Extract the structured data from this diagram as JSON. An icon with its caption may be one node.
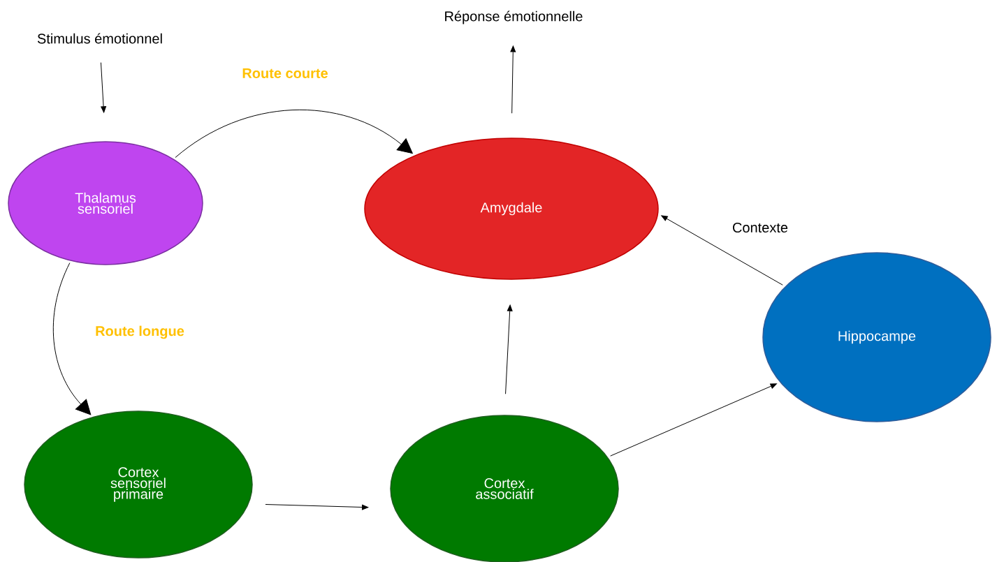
{
  "diagram": {
    "nodes": [
      {
        "text": [
          "Stimulus émotionnel"
        ]
      },
      {
        "text": [
          "Thalamus sensoriel"
        ]
      },
      {
        "text": [
          "Amygdale"
        ]
      },
      {
        "text": [
          "Réponse émotionnelle"
        ]
      },
      {
        "text": [
          "Hippocampe"
        ]
      },
      {
        "text": [
          "Cortex sensoriel primaire"
        ]
      },
      {
        "text": [
          "Cortex associatif"
        ]
      }
    ],
    "edges": [
      {
        "from": 0,
        "to": 1,
        "arrow": "to"
      },
      {
        "from": 1,
        "to": 2,
        "arrow": "to",
        "label": "Route courte"
      },
      {
        "from": 2,
        "to": 3,
        "arrow": "to"
      },
      {
        "from": 1,
        "to": 5,
        "arrow": "to",
        "label": "Route longue"
      },
      {
        "from": 5,
        "to": 6,
        "arrow": "to"
      },
      {
        "from": 6,
        "to": 2,
        "arrow": "to"
      },
      {
        "from": 6,
        "to": 4,
        "arrow": "to"
      },
      {
        "from": 4,
        "to": 2,
        "arrow": "to",
        "label": "Contexte"
      }
    ]
  }
}
